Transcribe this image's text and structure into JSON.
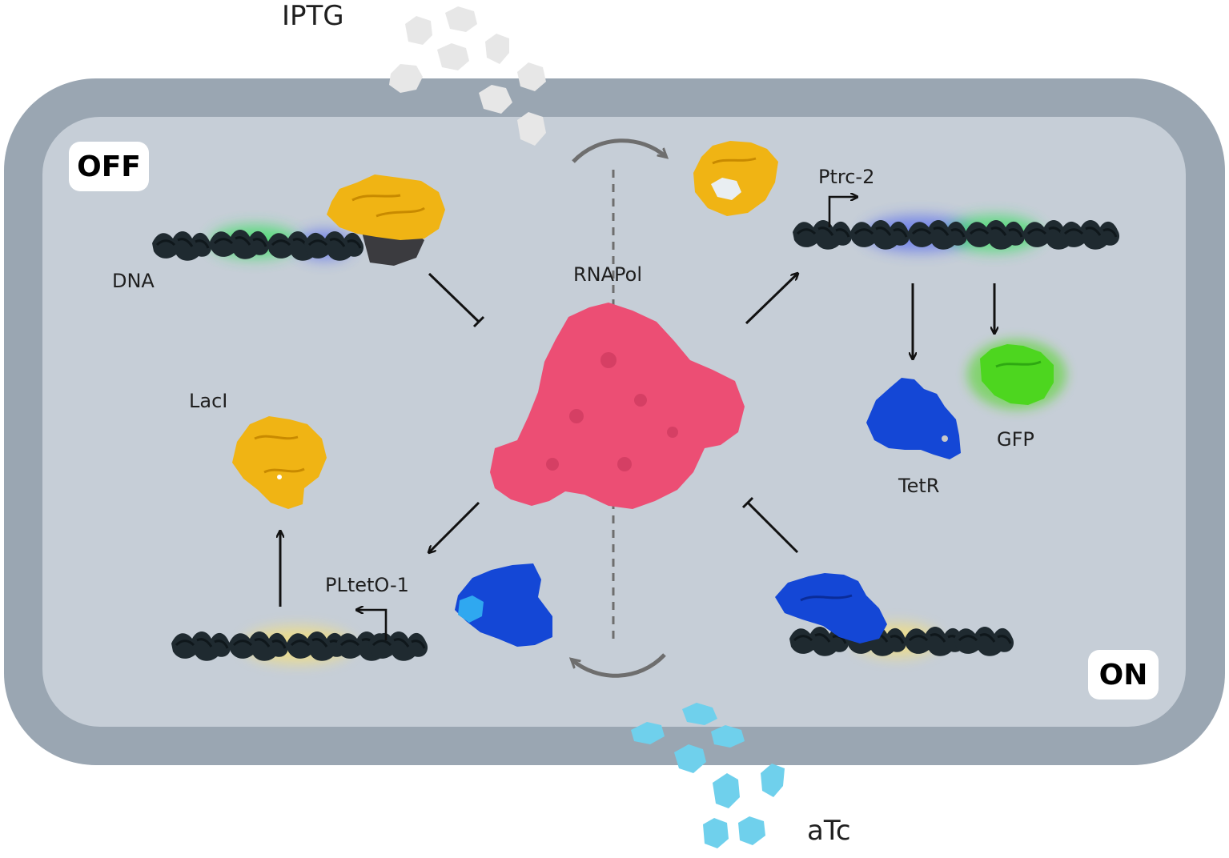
{
  "labels": {
    "iptg": "IPTG",
    "atc": "aTc",
    "off": "OFF",
    "on": "ON",
    "dna": "DNA",
    "rnapol": "RNAPol",
    "ptrc": "Ptrc-2",
    "tetr": "TetR",
    "gfp": "GFP",
    "laci": "LacI",
    "pltet": "PLtetO-1"
  },
  "colors": {
    "cell_wall": "#9aa6b2",
    "cytoplasm": "#c6ced7",
    "laci": "#f0b414",
    "tetr": "#1447d6",
    "gfp": "#4dd61f",
    "rnapol": "#ec4e74",
    "dna": "#1f2a30",
    "iptg": "#e7e7e7",
    "atc": "#6fd0ec"
  }
}
